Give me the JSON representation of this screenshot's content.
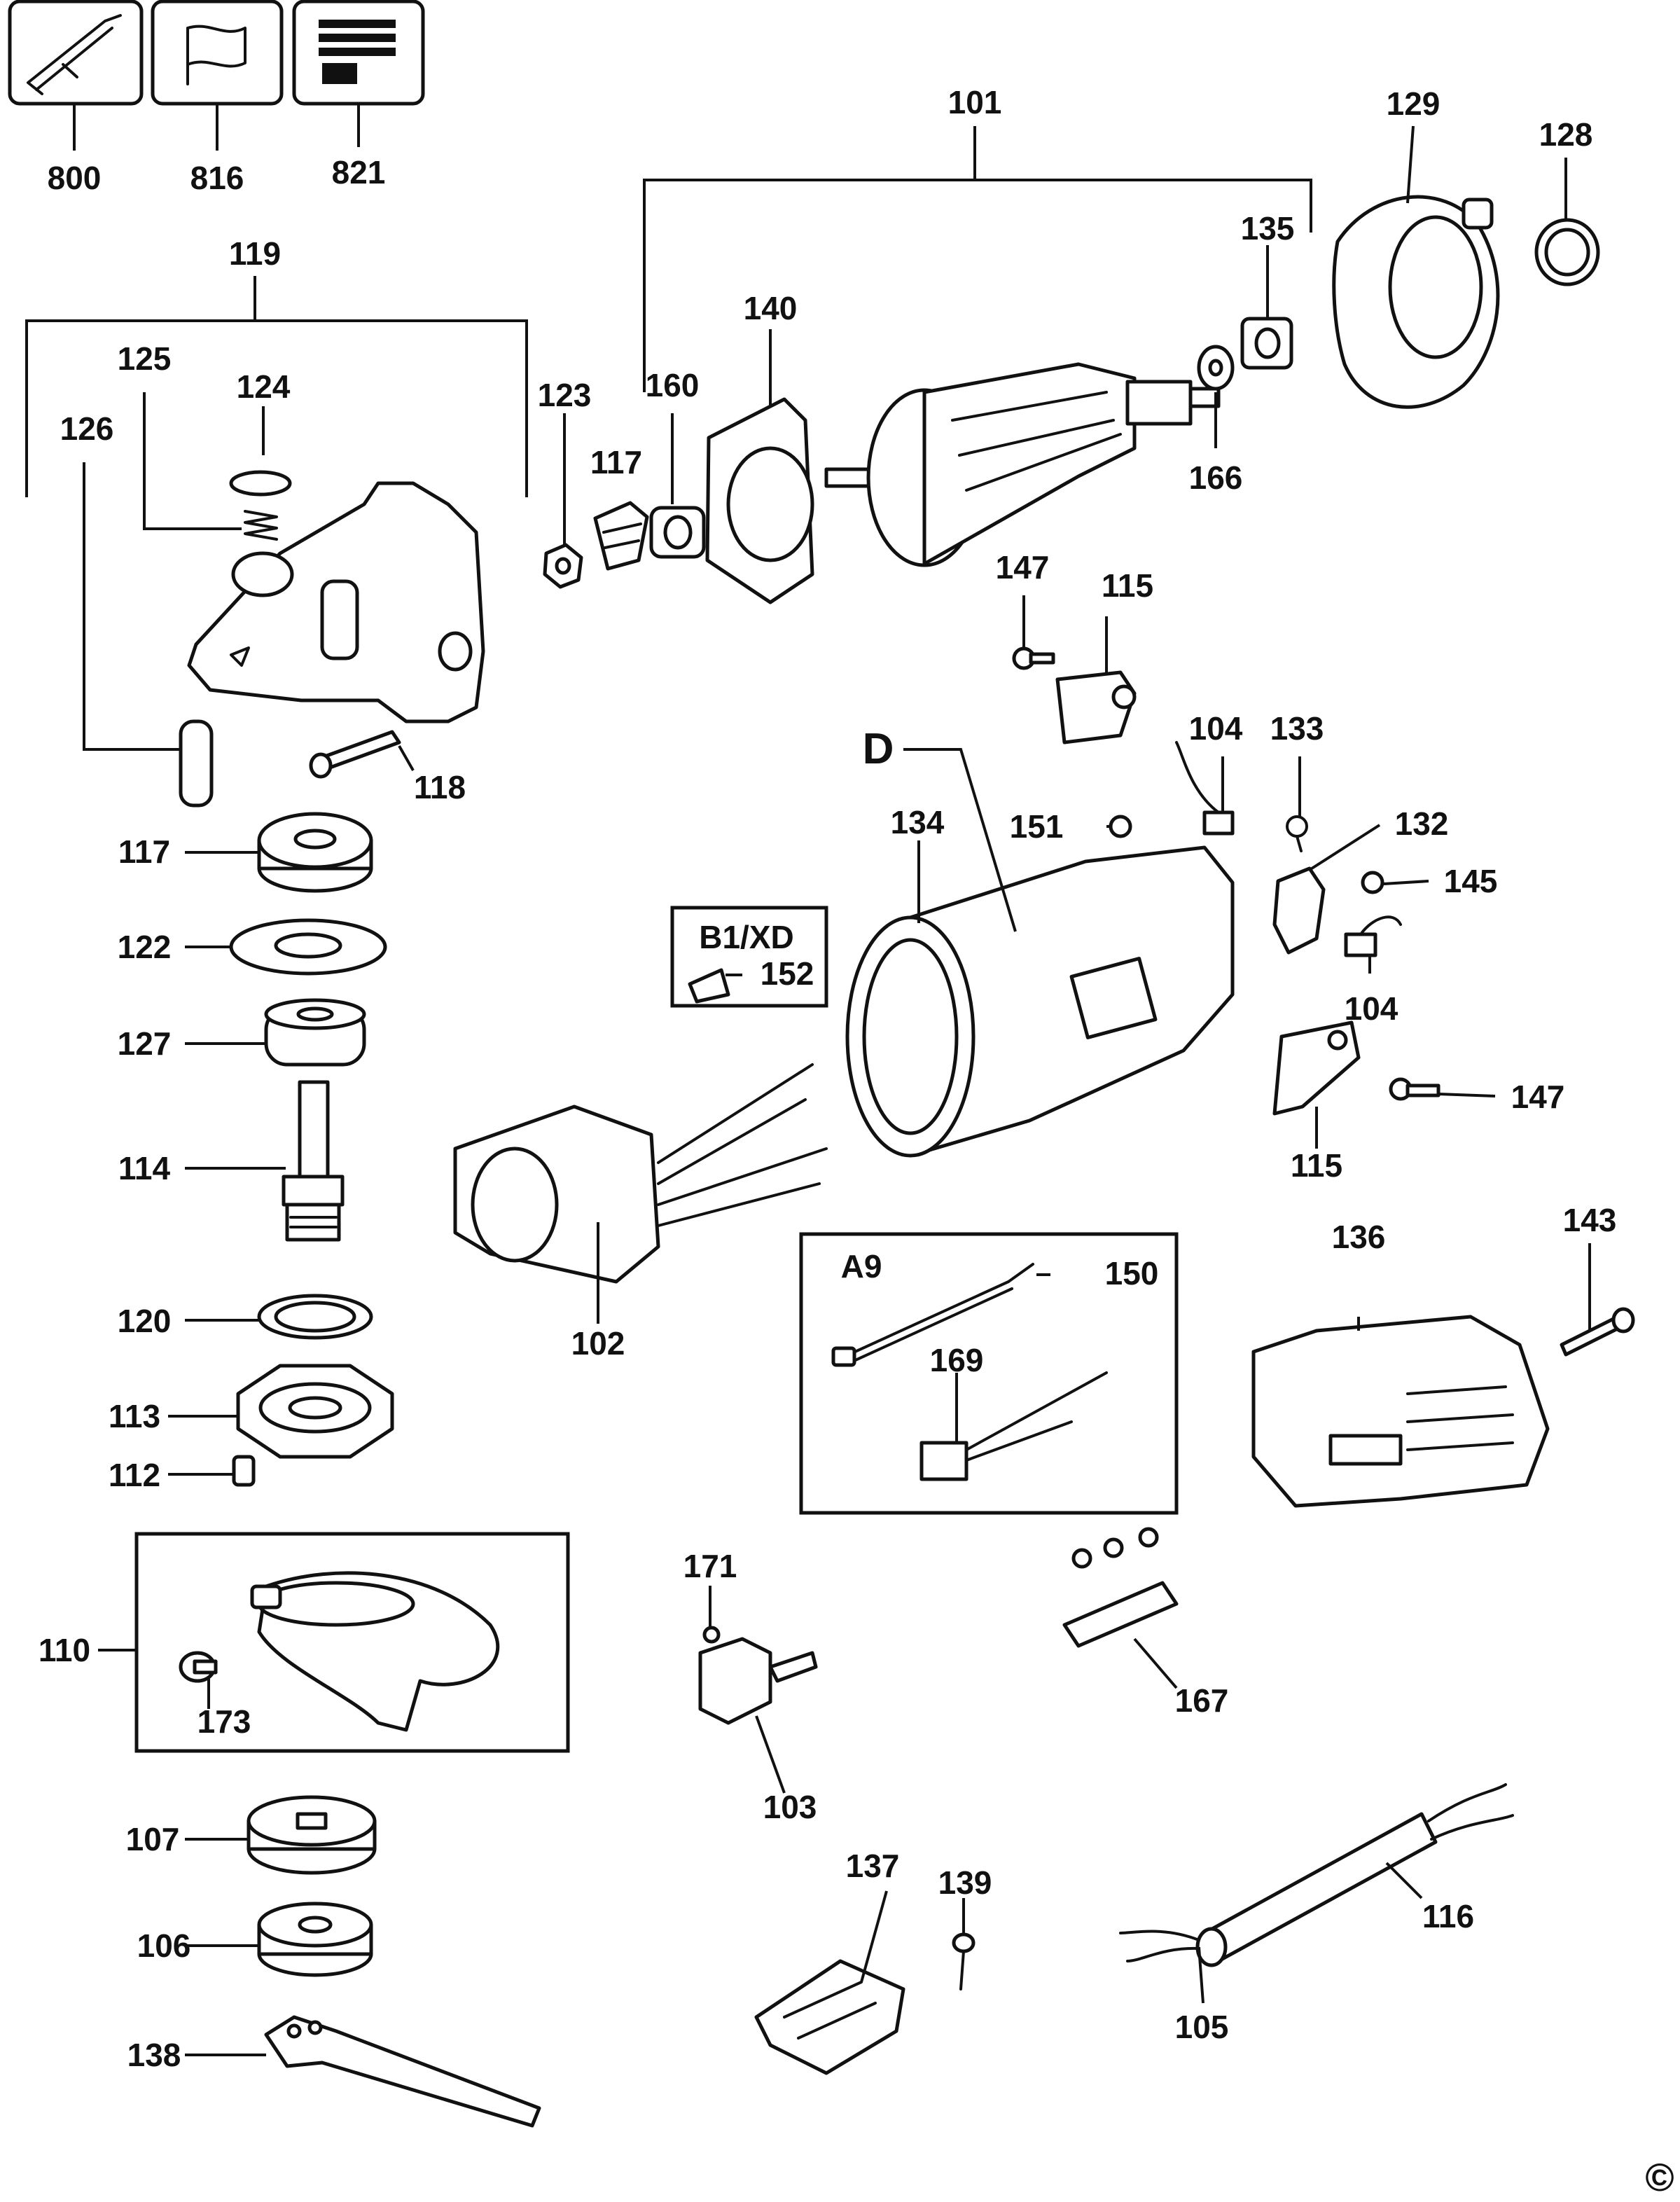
{
  "labels": {
    "l800": "800",
    "l816": "816",
    "l821": "821",
    "l101": "101",
    "l129": "129",
    "l128": "128",
    "l135": "135",
    "l119": "119",
    "l125": "125",
    "l124": "124",
    "l126": "126",
    "l123": "123",
    "l160": "160",
    "l140": "140",
    "l117a": "117",
    "l166": "166",
    "l147a": "147",
    "l115a": "115",
    "l118": "118",
    "l117b": "117",
    "l104a": "104",
    "l133": "133",
    "l132": "132",
    "l145": "145",
    "l104b": "104",
    "lD": "D",
    "l134": "134",
    "l151": "151",
    "l122": "122",
    "l127": "127",
    "l114": "114",
    "l120": "120",
    "l113": "113",
    "l112": "112",
    "l147b": "147",
    "l115b": "115",
    "lB1XD": "B1/XD",
    "l152": "152",
    "l102": "102",
    "lA9": "A9",
    "l150": "150",
    "l169": "169",
    "l136": "136",
    "l143": "143",
    "l110": "110",
    "l173": "173",
    "l171": "171",
    "l103": "103",
    "l167": "167",
    "l107": "107",
    "l106": "106",
    "l137": "137",
    "l139": "139",
    "l116": "116",
    "l105": "105",
    "l138": "138",
    "copyright": "©"
  }
}
